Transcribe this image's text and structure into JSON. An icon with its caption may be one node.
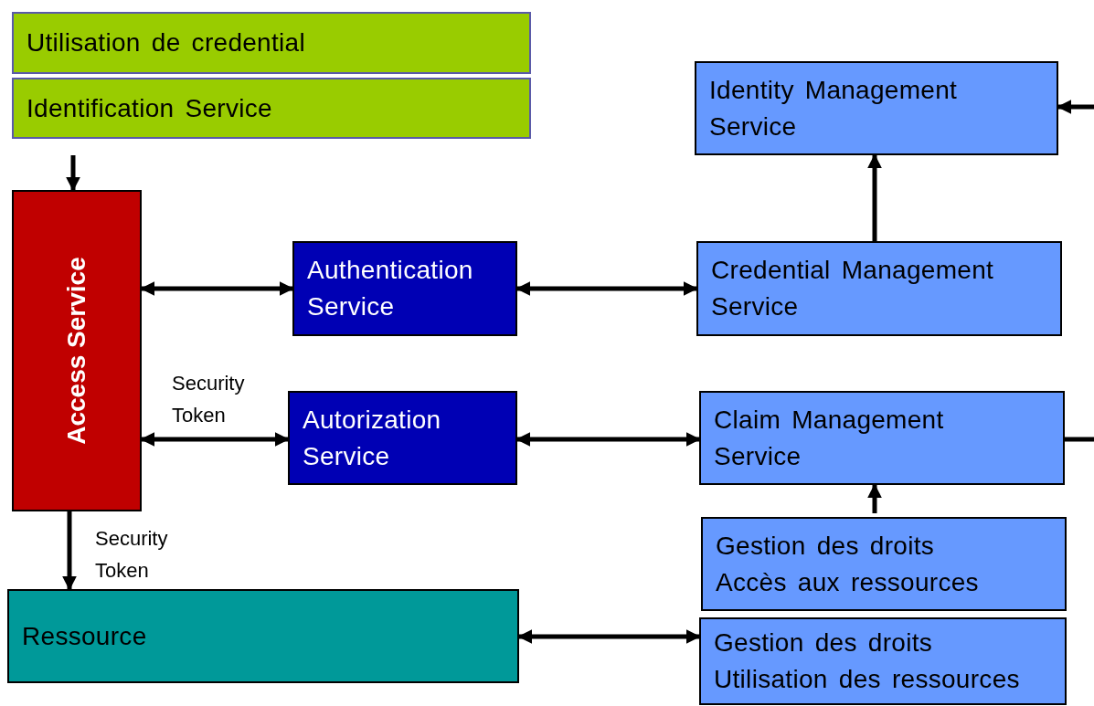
{
  "diagram": {
    "nodes": [
      {
        "text": [
          "Utilisation de credential"
        ]
      },
      {
        "text": [
          "Identification Service"
        ]
      },
      {
        "text": [
          "Identity Management Service"
        ]
      },
      {
        "text": [
          "Access Service"
        ]
      },
      {
        "text": [
          "Authentication Service"
        ]
      },
      {
        "text": [
          "Credential Management Service"
        ]
      },
      {
        "text": [
          "Autorization Service"
        ]
      },
      {
        "text": [
          "Claim Management Service"
        ]
      },
      {
        "text": [
          "Gestion des droits Accès aux ressources"
        ]
      },
      {
        "text": [
          "Ressource"
        ]
      },
      {
        "text": [
          "Gestion des droits Utilisation des ressources"
        ]
      }
    ],
    "edges": [
      {
        "from": null,
        "to": 3,
        "arrow": "to"
      },
      {
        "from": 3,
        "to": 4,
        "arrow": "both"
      },
      {
        "from": 4,
        "to": 5,
        "arrow": "both"
      },
      {
        "from": 5,
        "to": 2,
        "arrow": "to"
      },
      {
        "from": null,
        "to": 2,
        "arrow": "to"
      },
      {
        "from": 3,
        "to": 6,
        "arrow": "both",
        "label": "Security Token"
      },
      {
        "from": 6,
        "to": 7,
        "arrow": "both"
      },
      {
        "from": 7,
        "to": null,
        "arrow": "none"
      },
      {
        "from": 8,
        "to": 7,
        "arrow": "to"
      },
      {
        "from": 3,
        "to": 9,
        "arrow": "to",
        "label": "Security Token"
      },
      {
        "from": 9,
        "to": 10,
        "arrow": "both"
      }
    ]
  }
}
